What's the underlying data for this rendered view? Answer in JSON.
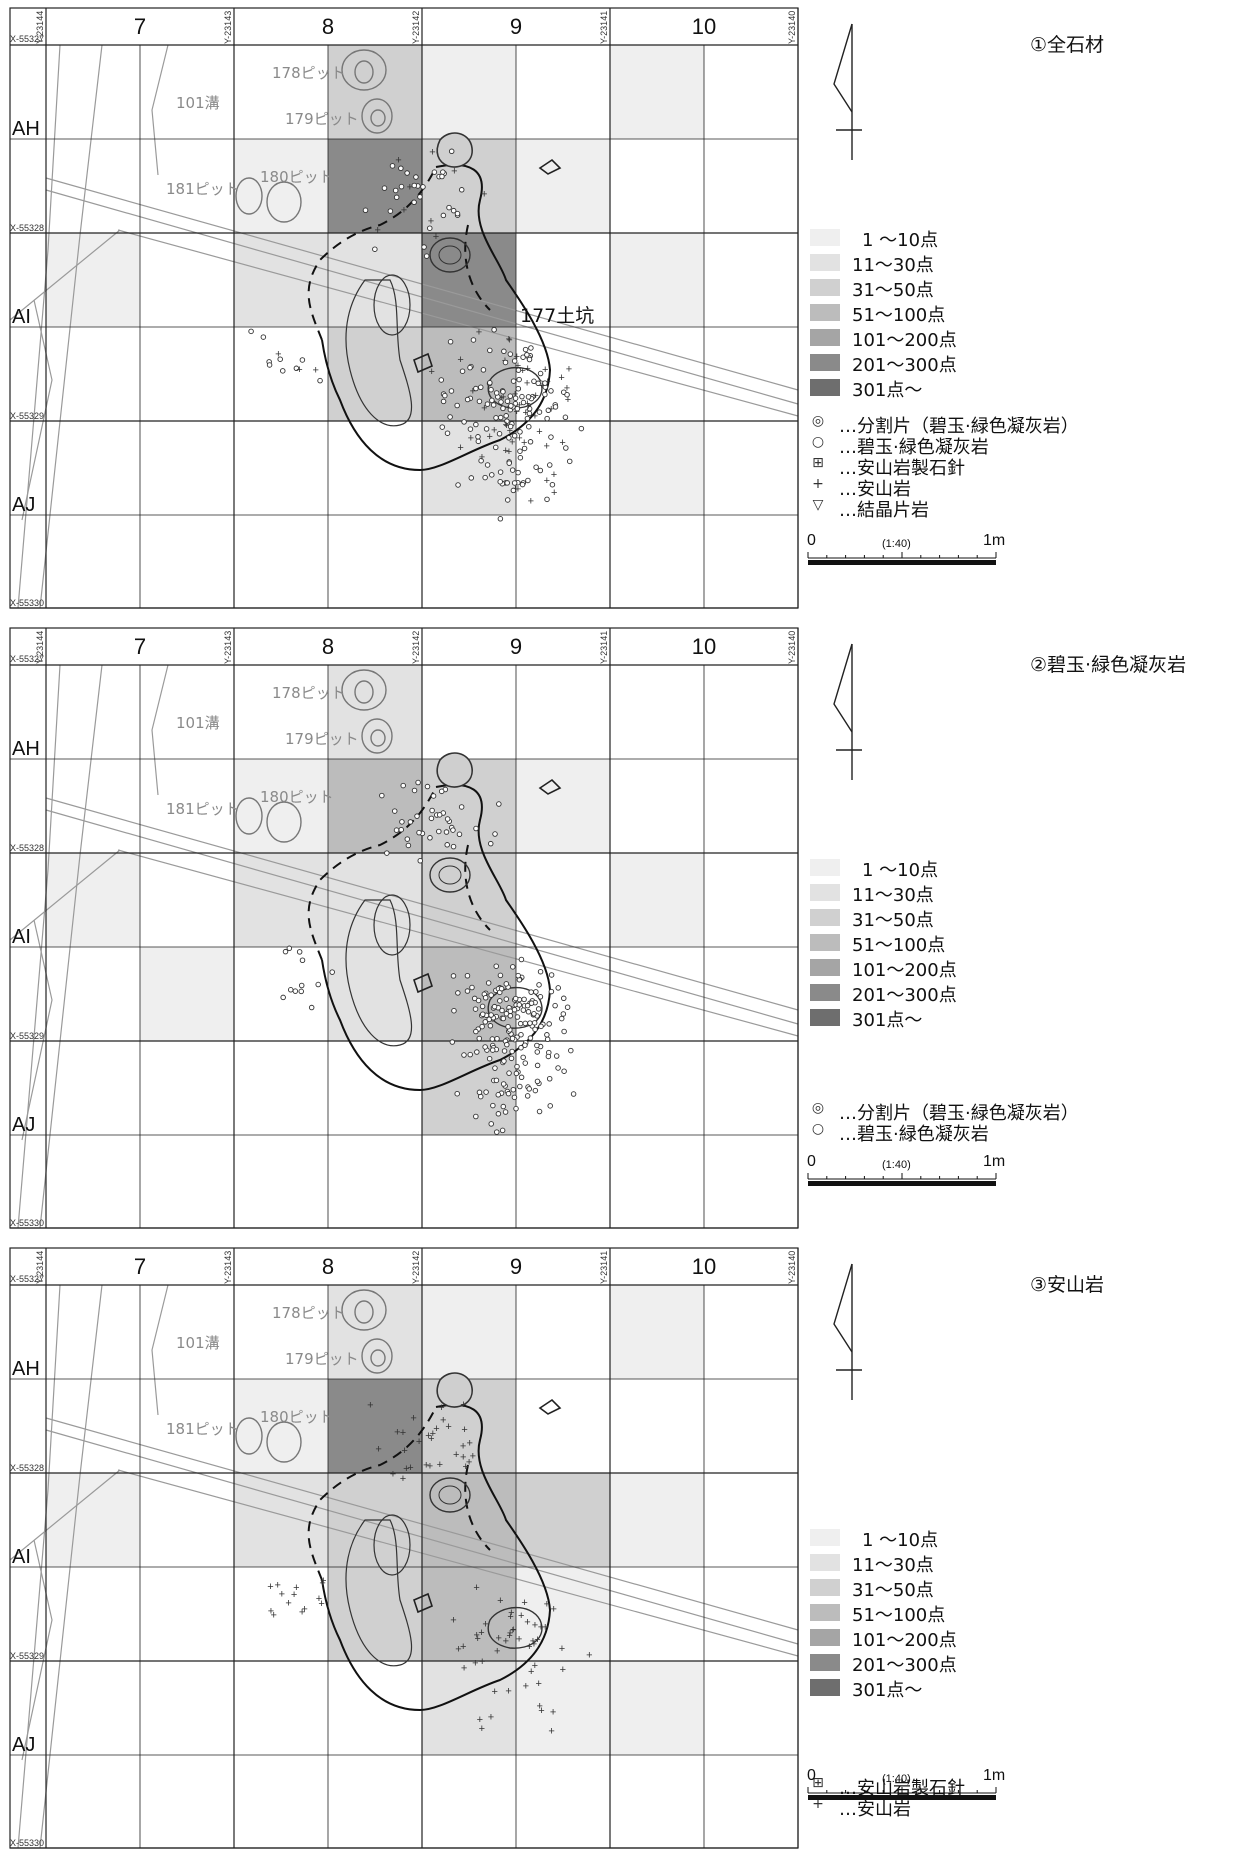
{
  "panels": [
    {
      "title": "①全石材",
      "counts": [
        [
          0,
          0,
          0,
          3,
          1,
          0,
          1,
          0
        ],
        [
          0,
          0,
          1,
          6,
          3,
          1,
          0,
          0
        ],
        [
          1,
          0,
          2,
          2,
          6,
          0,
          1,
          0
        ],
        [
          0,
          0,
          0,
          3,
          4,
          0,
          0,
          0
        ],
        [
          0,
          0,
          0,
          0,
          2,
          0,
          1,
          0
        ]
      ],
      "show_177_label": true,
      "symbols": [
        {
          "icon": "double-circle-icon",
          "glyph": "◎",
          "label": "…分割片（碧玉·緑色凝灰岩）"
        },
        {
          "icon": "circle-icon",
          "glyph": "○",
          "label": "…碧玉·緑色凝灰岩"
        },
        {
          "icon": "boxed-plus-icon",
          "glyph": "⊞",
          "label": "…安山岩製石針"
        },
        {
          "icon": "plus-icon",
          "glyph": "+",
          "label": "…安山岩"
        },
        {
          "icon": "down-triangle-icon",
          "glyph": "▽",
          "label": "…結晶片岩"
        }
      ]
    },
    {
      "title": "②碧玉·緑色凝灰岩",
      "counts": [
        [
          0,
          0,
          0,
          2,
          0,
          0,
          0,
          0
        ],
        [
          0,
          0,
          1,
          4,
          3,
          1,
          0,
          0
        ],
        [
          1,
          0,
          2,
          2,
          3,
          0,
          1,
          0
        ],
        [
          0,
          1,
          0,
          2,
          4,
          0,
          0,
          0
        ],
        [
          0,
          0,
          0,
          0,
          3,
          0,
          0,
          0
        ]
      ],
      "show_177_label": false,
      "symbols": [
        {
          "icon": "double-circle-icon",
          "glyph": "◎",
          "label": "…分割片（碧玉·緑色凝灰岩）"
        },
        {
          "icon": "circle-icon",
          "glyph": "○",
          "label": "…碧玉·緑色凝灰岩"
        }
      ]
    },
    {
      "title": "③安山岩",
      "counts": [
        [
          0,
          0,
          0,
          2,
          1,
          0,
          1,
          0
        ],
        [
          0,
          0,
          1,
          6,
          3,
          0,
          0,
          0
        ],
        [
          1,
          0,
          2,
          3,
          4,
          3,
          1,
          0
        ],
        [
          0,
          0,
          0,
          3,
          4,
          1,
          0,
          0
        ],
        [
          0,
          0,
          0,
          0,
          2,
          1,
          1,
          0
        ]
      ],
      "show_177_label": false,
      "symbols": [
        {
          "icon": "boxed-plus-icon",
          "glyph": "⊞",
          "label": "…安山岩製石針"
        },
        {
          "icon": "plus-icon",
          "glyph": "+",
          "label": "…安山岩"
        }
      ]
    }
  ],
  "legend": [
    {
      "label": "1 ～10点",
      "color": "#efefef"
    },
    {
      "label": "11～30点",
      "color": "#e2e2e2"
    },
    {
      "label": "31～50点",
      "color": "#d0d0d0"
    },
    {
      "label": "51～100点",
      "color": "#bcbcbc"
    },
    {
      "label": "101～200点",
      "color": "#a5a5a5"
    },
    {
      "label": "201～300点",
      "color": "#8a8a8a"
    },
    {
      "label": "301点～",
      "color": "#6e6e6e"
    }
  ],
  "grid": {
    "columns": [
      "7",
      "8",
      "9",
      "10"
    ],
    "rows": [
      "AH",
      "AI",
      "AJ"
    ],
    "y_coords": [
      "Y-23144",
      "Y-23143",
      "Y-23142",
      "Y-23141",
      "Y-23140"
    ],
    "x_coords": [
      "X-55327",
      "X-55328",
      "X-55329",
      "X-55330"
    ]
  },
  "features": {
    "ditch_101": "101溝",
    "pit_178": "178ピット",
    "pit_179": "179ピット",
    "pit_180": "180ピット",
    "pit_181": "181ピット",
    "pit_177": "177土坑"
  },
  "scale": {
    "zero": "0",
    "ratio": "(1:40)",
    "unit": "1m"
  }
}
